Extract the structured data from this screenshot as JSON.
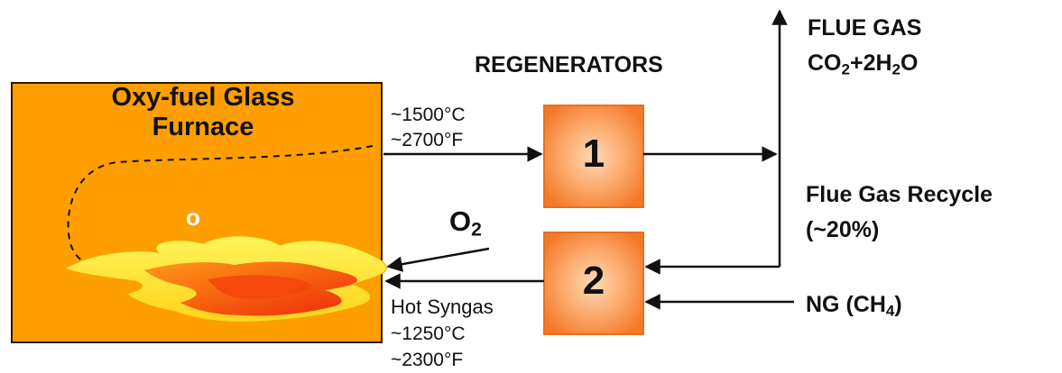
{
  "furnace": {
    "title_line1": "Oxy-fuel Glass",
    "title_line2": "Furnace",
    "marker": "o",
    "fill_color": "#FF9E00"
  },
  "regenerators": {
    "heading": "REGENERATORS",
    "unit1": "1",
    "unit2": "2",
    "box_color": "#FB8A3A"
  },
  "exhaust": {
    "temp_c": "~1500°C",
    "temp_f": "~2700°F"
  },
  "flue_gas": {
    "label": "FLUE GAS",
    "formula": {
      "a": "CO",
      "a_sub": "2",
      "b": "+2H",
      "b_sub": "2",
      "c": "O"
    }
  },
  "recycle": {
    "line1": "Flue Gas Recycle",
    "line2": "(~20%)"
  },
  "oxygen": {
    "symbol": "O",
    "sub": "2"
  },
  "syngas": {
    "label": "Hot Syngas",
    "temp_c": "~1250°C",
    "temp_f": "~2300°F"
  },
  "ng": {
    "prefix": "NG (CH",
    "sub": "4",
    "suffix": ")"
  }
}
